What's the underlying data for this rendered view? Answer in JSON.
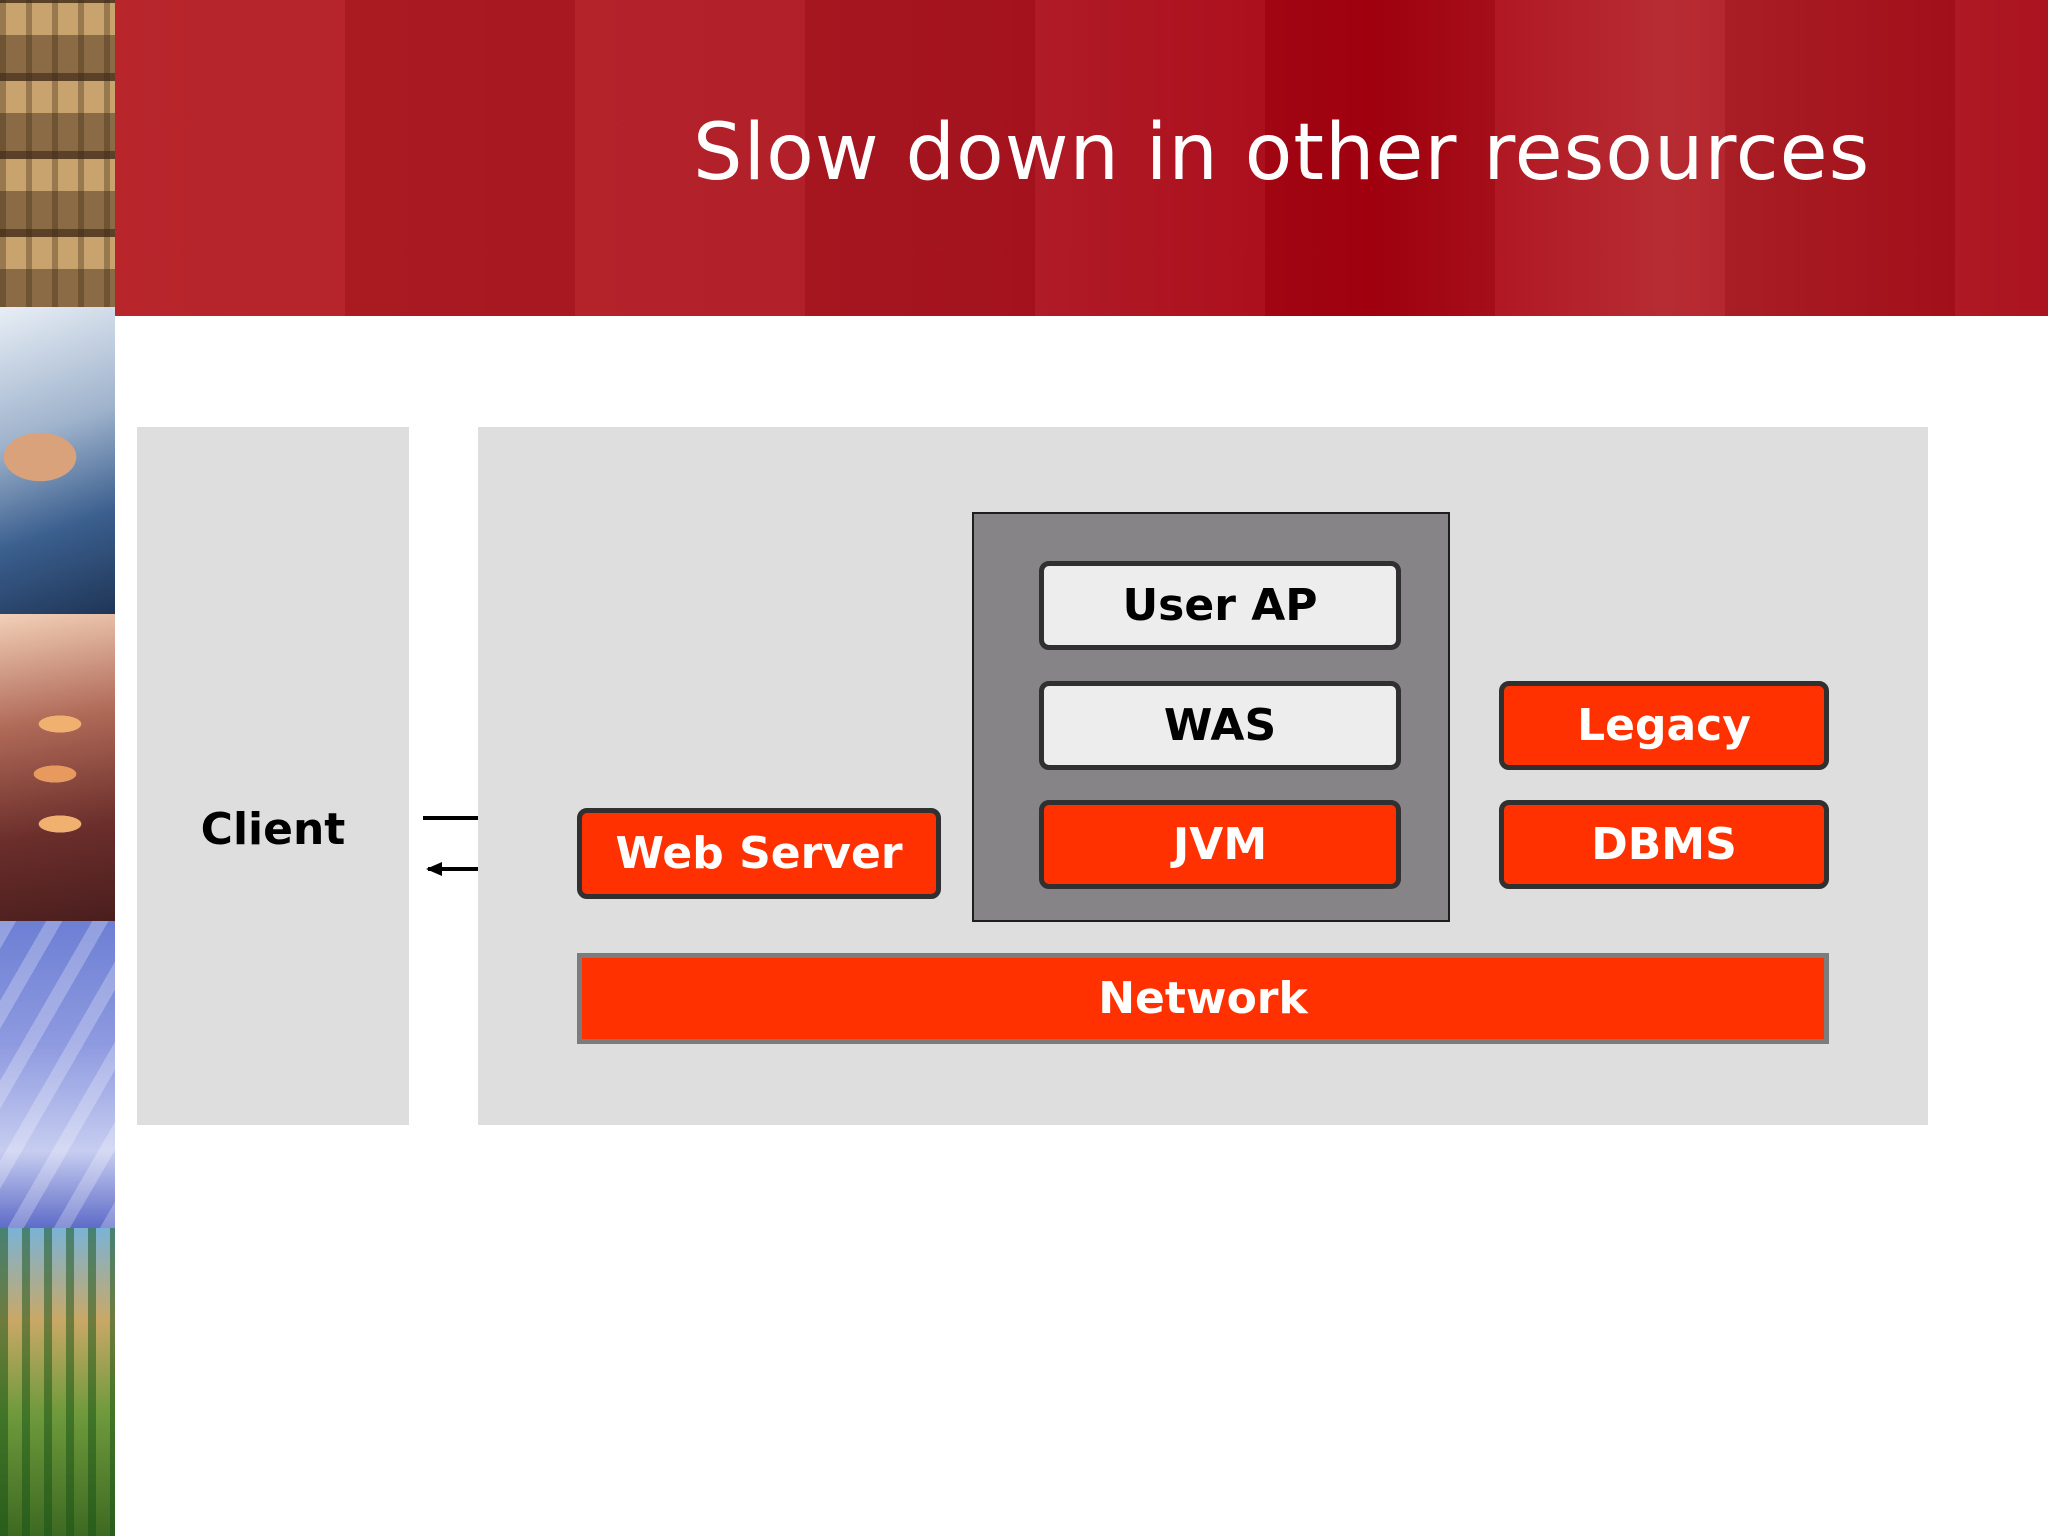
{
  "slide": {
    "title": "Slow down in other resources"
  },
  "diagram": {
    "client": {
      "label": "Client"
    },
    "web_server": {
      "label": "Web Server"
    },
    "app_stack": {
      "user_ap": "User AP",
      "was": "WAS",
      "jvm": "JVM"
    },
    "legacy": {
      "label": "Legacy"
    },
    "dbms": {
      "label": "DBMS"
    },
    "network": {
      "label": "Network"
    }
  },
  "colors": {
    "header_red": "#ad1520",
    "highlight_red": "#ff3100",
    "panel_gray": "#dfdedf",
    "container_gray": "#868486",
    "light_box": "#ededee"
  }
}
